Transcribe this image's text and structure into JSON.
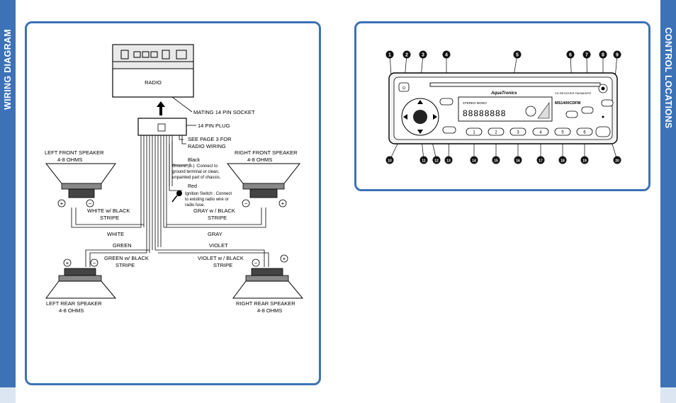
{
  "left_side_title": "WIRING DIAGRAM",
  "right_side_title": "CONTROL LOCATIONS",
  "wiring": {
    "radio_label": "RADIO",
    "socket_label": "MATING 14 PIN SOCKET",
    "plug_label": "14 PIN PLUG",
    "see_page_line1": "SEE PAGE 3 FOR",
    "see_page_line2": "RADIO WIRING",
    "left_front_line1": "LEFT FRONT SPEAKER",
    "left_front_line2": "4-8 OHMS",
    "right_front_line1": "RIGHT FRONT SPEAKER",
    "right_front_line2": "4-8 OHMS",
    "black_title": "Black",
    "black_line1": "Ground (B-) :Connect to",
    "black_line2": "ground terminal or clean,",
    "black_line3": "unpainted part of chassis.",
    "red_title": "Red",
    "red_line1": "Ignition Switch : Connect",
    "red_line2": "to existing radio wire or",
    "red_line3": "radio fuse.",
    "white_black_line1": "WHITE  w/ BLACK",
    "white_black_line2": "STRIPE",
    "gray_black_line1": "GRAY w / BLACK",
    "gray_black_line2": "STRIPE",
    "white": "WHITE",
    "gray": "GRAY",
    "green": "GREEN",
    "violet": "VIOLET",
    "green_black_line1": "GREEN w/ BLACK",
    "green_black_line2": "STRIPE",
    "violet_black_line1": "VIOLET w / BLACK",
    "violet_black_line2": "STRIPE",
    "left_rear_line1": "LEFT REAR SPEAKER",
    "left_rear_line2": "4-8 OHMS",
    "right_rear_line1": "RIGHT REAR SPEAKER",
    "right_rear_line2": "4-8 OHMS",
    "plus": "+",
    "minus": "−"
  },
  "controls": {
    "top_callouts": [
      "1",
      "2",
      "3",
      "4",
      "5",
      "6",
      "7",
      "8",
      "9"
    ],
    "bottom_callouts": [
      "10",
      "11",
      "12",
      "13",
      "14",
      "15",
      "16",
      "17",
      "18",
      "19",
      "20"
    ],
    "brand": "AquaTronics",
    "model": "MS1400CDFM",
    "cd_text": "CD RECEIVER  FM/AM/MTR",
    "display_text": "88888888",
    "display_small": "STEREO  MONO",
    "preset_labels": [
      "1",
      "2",
      "3",
      "4",
      "5",
      "6"
    ]
  }
}
